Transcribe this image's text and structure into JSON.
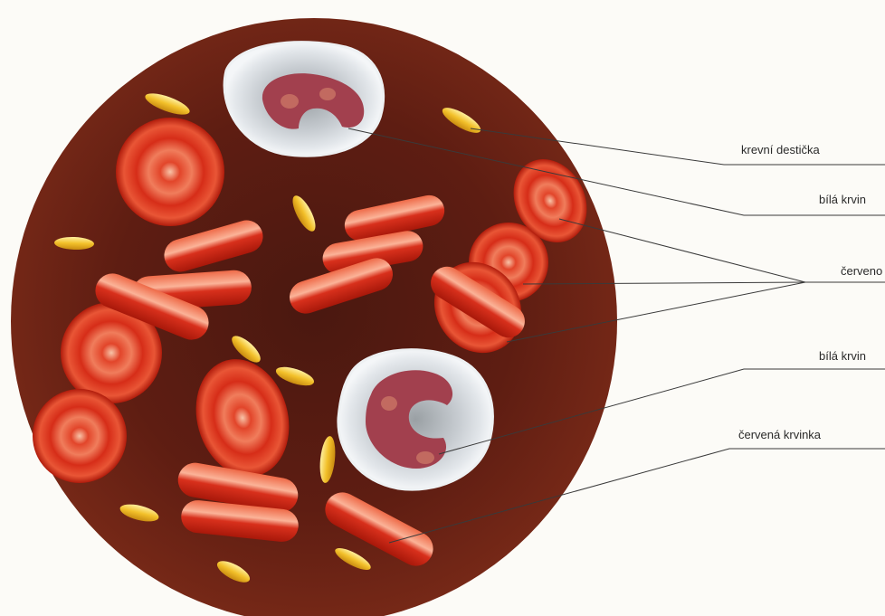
{
  "labels": {
    "platelet": "krevní destička",
    "white_cell_top": "bílá krvin",
    "red_cell_group": "červeno",
    "white_cell_middle": "bílá krvin",
    "red_cell_bottom": "červená krvinka"
  },
  "colors": {
    "background": "#fcfbf7",
    "field": "#5e1c12",
    "red_cell": "#d8301c",
    "platelet": "#e8b020",
    "white_cell": "#c6cbd0",
    "nucleus": "#a2404e",
    "leader_line": "#3a3a3a"
  }
}
